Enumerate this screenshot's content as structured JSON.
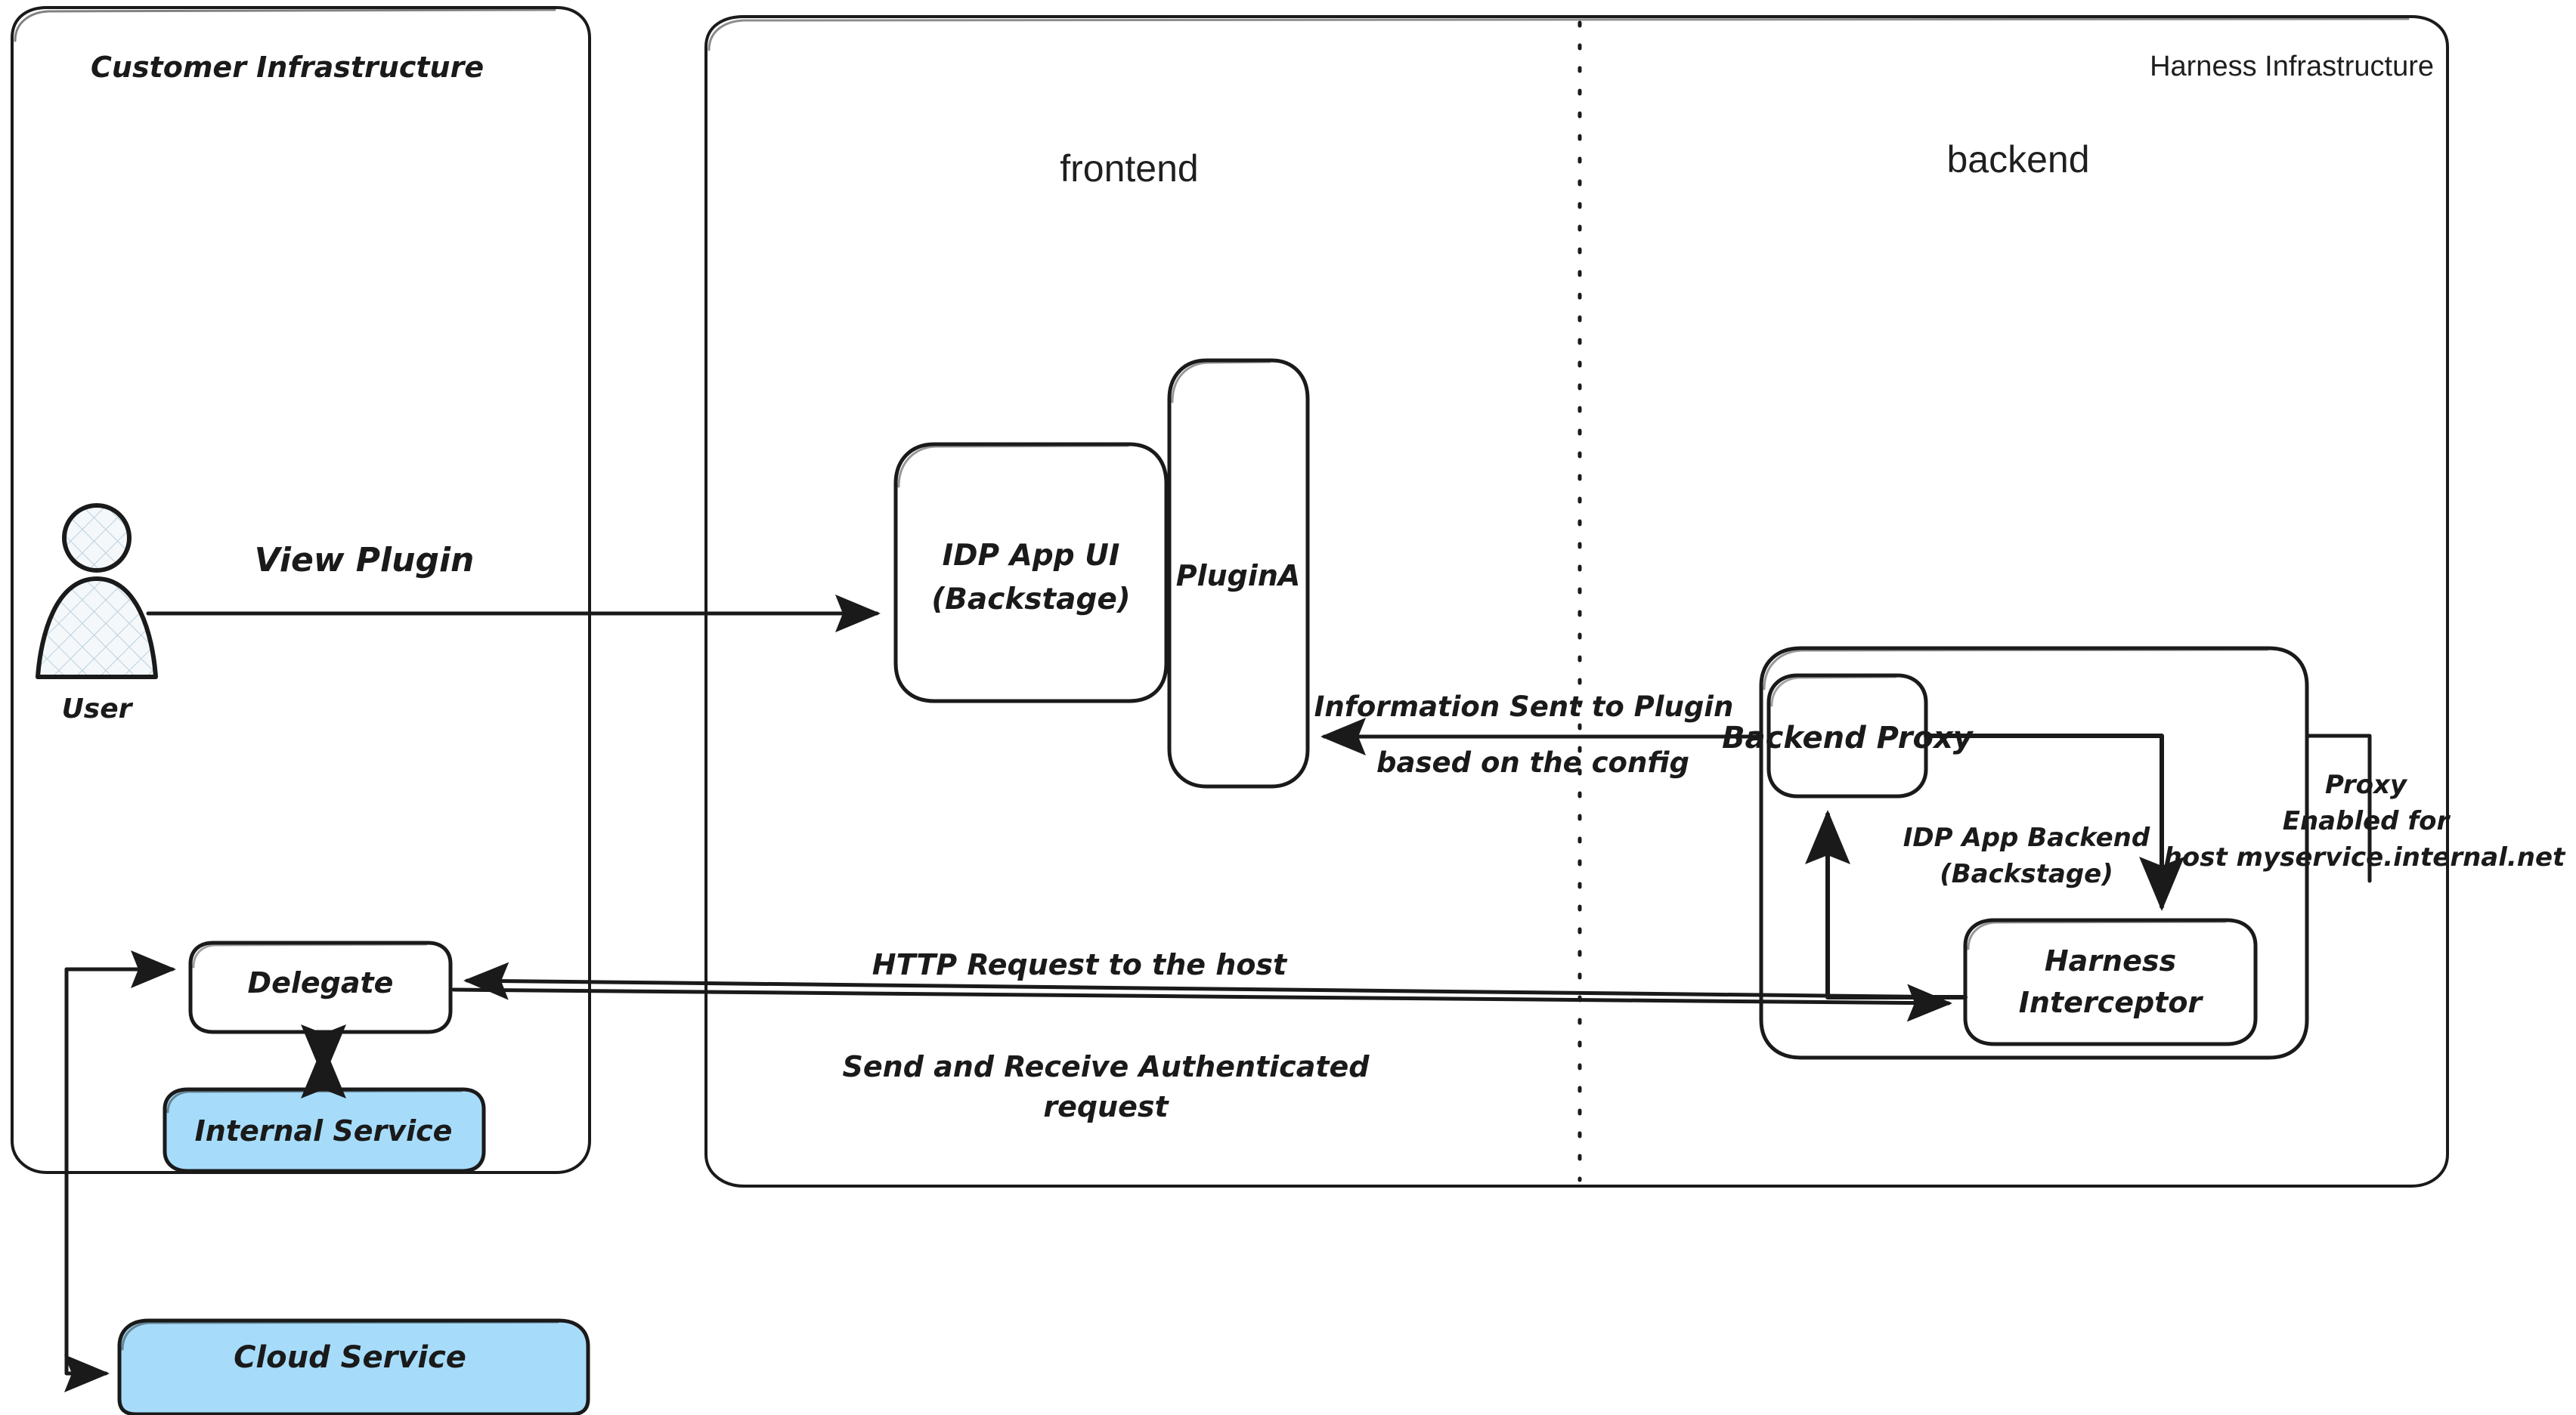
{
  "diagram": {
    "title_customer": "Customer Infrastructure",
    "title_harness": "Harness Infrastructure",
    "zone_frontend": "frontend",
    "zone_backend": "backend",
    "colors": {
      "stroke": "#1a1a1a",
      "blue_fill": "#a6dcfa",
      "white_fill": "#ffffff",
      "background": "#ffffff"
    }
  },
  "actors": {
    "user_label": "User"
  },
  "nodes": {
    "idp_app_ui_line1": "IDP App UI",
    "idp_app_ui_line2": "(Backstage)",
    "plugin_a": "PluginA",
    "backend_proxy": "Backend Proxy",
    "harness_interceptor_line1": "Harness",
    "harness_interceptor_line2": "Interceptor",
    "idp_app_backend_line1": "IDP App Backend",
    "idp_app_backend_line2": "(Backstage)",
    "delegate": "Delegate",
    "internal_service": "Internal Service",
    "cloud_service": "Cloud Service"
  },
  "edges": {
    "view_plugin": "View Plugin",
    "info_sent_line1": "Information Sent to Plugin",
    "info_sent_line2": "based on the config",
    "http_request": "HTTP Request to the host",
    "send_receive_line1": "Send and Receive Authenticated",
    "send_receive_line2": "request",
    "proxy_enabled_line1": "Proxy",
    "proxy_enabled_line2": "Enabled for",
    "proxy_enabled_line3": "host myservice.internal.net"
  }
}
